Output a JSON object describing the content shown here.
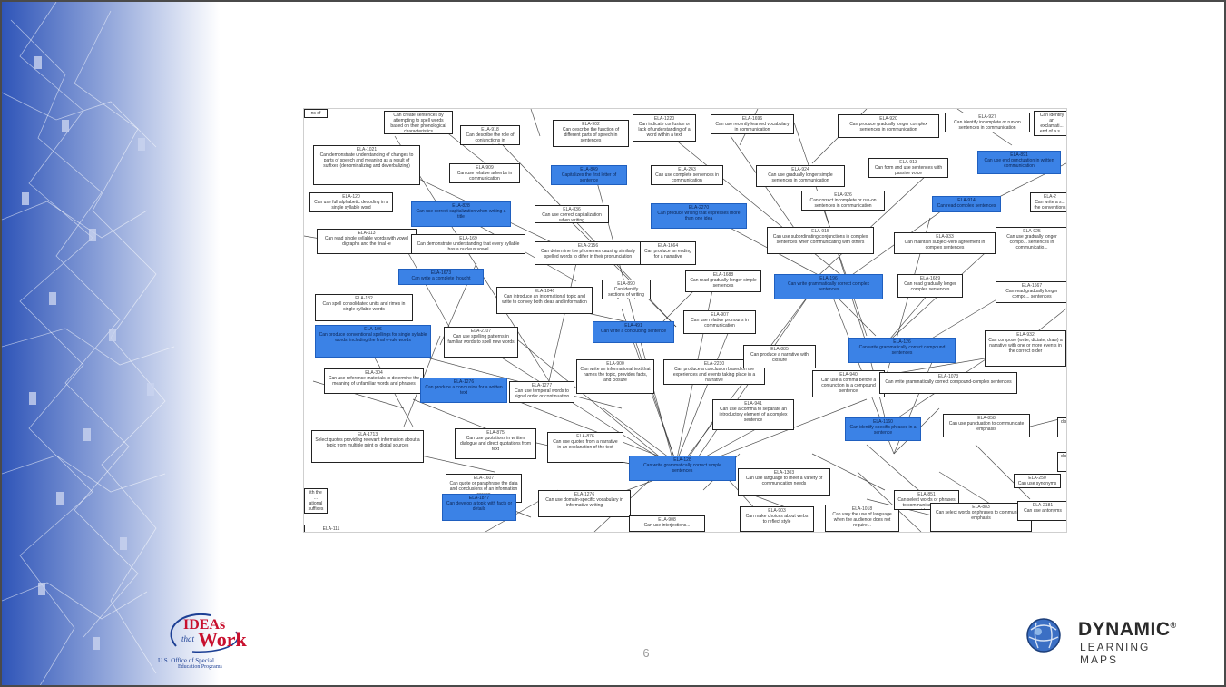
{
  "slide": {
    "page_number": "6"
  },
  "logos": {
    "ideas": {
      "main": "IDEAs",
      "that": "that",
      "work": "Work",
      "line1": "U.S. Office of Special",
      "line2": "Education Programs"
    },
    "dlm": {
      "title": "DYNAMIC",
      "registered": "®",
      "subtitle": "LEARNING MAPS"
    }
  },
  "map": {
    "nodes": [
      {
        "id": "",
        "text": "ns of proper"
      },
      {
        "id": "",
        "text": "Can create sentences by attempting to spell words based on their phonological characteristics"
      },
      {
        "id": "ELA-918",
        "text": "Can describe the role of conjunctions in communication"
      },
      {
        "id": "ELA-902",
        "text": "Can describe the function of different parts of speech in sentences"
      },
      {
        "id": "ELA-1220",
        "text": "Can indicate confusion or lack of understanding of a word within a text"
      },
      {
        "id": "ELA-1696",
        "text": "Can use recently learned vocabulary in communication"
      },
      {
        "id": "ELA-920",
        "text": "Can produce gradually longer complex sentences in communication"
      },
      {
        "id": "ELA-927",
        "text": "Can identify incomplete or run-on sentences in communication"
      },
      {
        "id": "",
        "text": "Can identify an exclamati... end of a s..."
      },
      {
        "id": "ELA-1021",
        "text": "Can demonstrate understanding of changes to parts of speech and meaning as a result of suffixes (denominalizing and deverbalizing)"
      },
      {
        "id": "ELA-909",
        "text": "Can use relative adverbs in communication"
      },
      {
        "id": "ELA-849",
        "text": "Capitalizes the first letter of sentence"
      },
      {
        "id": "ELA-243",
        "text": "Can use complete sentences in communication"
      },
      {
        "id": "ELA-924",
        "text": "Can use gradually longer simple sentences in communication"
      },
      {
        "id": "ELA-913",
        "text": "Can form and use sentences with passive voice"
      },
      {
        "id": "ELA-891",
        "text": "Can use end punctuation in written communication"
      },
      {
        "id": "ELA-120",
        "text": "Can use full alphabetic decoding in a single syllable word"
      },
      {
        "id": "ELA-828",
        "text": "Can use correct capitalization when writing a title"
      },
      {
        "id": "ELA-836",
        "text": "Can use correct capitalization when writing"
      },
      {
        "id": "ELA-2270",
        "text": "Can produce writing that expresses more than one idea"
      },
      {
        "id": "ELA-926",
        "text": "Can correct incomplete or run-on sentences in communication"
      },
      {
        "id": "ELA-914",
        "text": "Can read complex sentences"
      },
      {
        "id": "ELA-2",
        "text": "Can write a s... the conventions of sp..."
      },
      {
        "id": "ELA-113",
        "text": "Can read single syllable words with vowel digraphs and the final -e"
      },
      {
        "id": "ELA-169",
        "text": "Can demonstrate understanding that every syllable has a nucleus vowel"
      },
      {
        "id": "ELA-2156",
        "text": "Can determine the phonemes causing similarly spelled words to differ in their pronunciation"
      },
      {
        "id": "ELA-1664",
        "text": "Can produce an ending for a narrative"
      },
      {
        "id": "ELA-915",
        "text": "Can use subordinating conjunctions in complex sentences when communicating with others"
      },
      {
        "id": "ELA-933",
        "text": "Can maintain subject-verb agreement in complex sentences"
      },
      {
        "id": "ELA-925",
        "text": "Can use gradually longer compo... sentences in communicatio..."
      },
      {
        "id": "ELA-1673",
        "text": "Can write a complete thought"
      },
      {
        "id": "ELA-1046",
        "text": "Can introduce an informational topic and write to convey both ideas and information"
      },
      {
        "id": "ELA-890",
        "text": "Can identify sections of writing (heading)"
      },
      {
        "id": "ELA-1688",
        "text": "Can read gradually longer simple sentences"
      },
      {
        "id": "ELA-196",
        "text": "Can write grammatically correct complex sentences"
      },
      {
        "id": "ELA-1689",
        "text": "Can read gradually longer complex sentences"
      },
      {
        "id": "ELA-1667",
        "text": "Can read gradually longer compo... sentences"
      },
      {
        "id": "ELA-132",
        "text": "Can spell consolidated units and rimes in single syllable words"
      },
      {
        "id": "ELA-106",
        "text": "Can produce conventional spellings for single syllable words, including the final e-rule words"
      },
      {
        "id": "ELA-2107",
        "text": "Can use spelling patterns in familiar words to spell new words"
      },
      {
        "id": "ELA-491",
        "text": "Can write a concluding sentence"
      },
      {
        "id": "ELA-907",
        "text": "Can use relative pronouns in communication"
      },
      {
        "id": "ELA-126",
        "text": "Can write grammatically correct compound sentences"
      },
      {
        "id": "ELA-932",
        "text": "Can compose (write, dictate, draw) a narrative with one or more events in the correct order"
      },
      {
        "id": "ELA-304",
        "text": "Can use reference materials to determine the meaning of unfamiliar words and phrases"
      },
      {
        "id": "ELA-1276",
        "text": "Can produce a conclusion for a written text"
      },
      {
        "id": "ELA-1277",
        "text": "Can use temporal words to signal order or continuation"
      },
      {
        "id": "ELA-900",
        "text": "Can write an informational text that names the topic, provides facts, and closure"
      },
      {
        "id": "ELA-2230",
        "text": "Can produce a conclusion based on the experiences and events taking place in a narrative"
      },
      {
        "id": "ELA-885",
        "text": "Can produce a narrative with closure"
      },
      {
        "id": "ELA-940",
        "text": "Can use a comma before a conjunction in a compound sentence"
      },
      {
        "id": "ELA-1073",
        "text": "Can write grammatically correct compound-complex sentences"
      },
      {
        "id": "ELA-941",
        "text": "Can use a comma to separate an introductory element of a complex sentence"
      },
      {
        "id": "ELA-1160",
        "text": "Can identify specific phrases in a sentence"
      },
      {
        "id": "ELA-1713",
        "text": "Select quotes providing relevant information about a topic from multiple print or digital sources"
      },
      {
        "id": "ELA-875",
        "text": "Can use quotations in written dialogue and direct quotations from text"
      },
      {
        "id": "ELA-876",
        "text": "Can use quotes from a narrative in an explanation of the text"
      },
      {
        "id": "ELA-128",
        "text": "Can write grammatically correct simple sentences"
      },
      {
        "id": "ELA-1303",
        "text": "Can use language to meet a variety of communication needs"
      },
      {
        "id": "ELA-858",
        "text": "Can use punctuation to communicate emphasis"
      },
      {
        "id": "ELA-1607",
        "text": "Can quote or paraphrase the data and conclusions of an information source"
      },
      {
        "id": "ELA-1877",
        "text": "Can develop a topic with facts or details"
      },
      {
        "id": "ELA-1276",
        "text": "Can use domain-specific vocabulary in informative writing"
      },
      {
        "id": "ELA-903",
        "text": "Can make choices about verbs to reflect style"
      },
      {
        "id": "ELA-1018",
        "text": "Can vary the use of language when the audience does not require..."
      },
      {
        "id": "ELA-851",
        "text": "Can select words or phrases to communicate precise ideas"
      },
      {
        "id": "ELA-883",
        "text": "Can select words or phrases to communicate emphasis"
      },
      {
        "id": "ELA-250",
        "text": "Can use synonyms"
      },
      {
        "id": "ELA-2181",
        "text": "Can use antonyms"
      },
      {
        "id": "ELA-111",
        "text": ""
      },
      {
        "id": "",
        "text": "ith the ... ational suffixes"
      },
      {
        "id": "ELA-908",
        "text": "Can use interjections..."
      },
      {
        "id": "",
        "text": "dist..."
      },
      {
        "id": "",
        "text": "disc..."
      }
    ]
  }
}
